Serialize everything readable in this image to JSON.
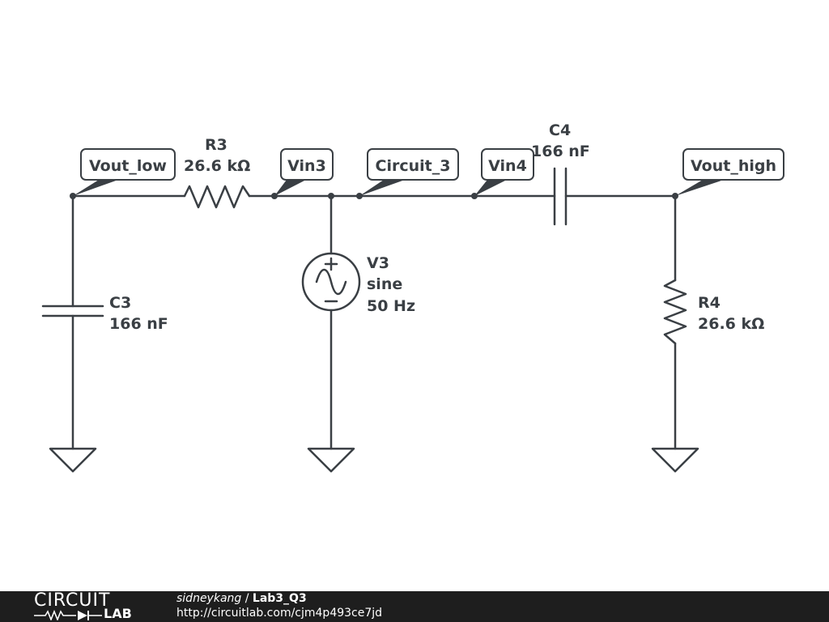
{
  "labels": {
    "vout_low": "Vout_low",
    "vin3": "Vin3",
    "circuit_3": "Circuit_3",
    "vin4": "Vin4",
    "vout_high": "Vout_high"
  },
  "components": {
    "r3": {
      "name": "R3",
      "value": "26.6 kΩ"
    },
    "c4": {
      "name": "C4",
      "value": "166 nF"
    },
    "c3": {
      "name": "C3",
      "value": "166 nF"
    },
    "v3": {
      "name": "V3",
      "type": "sine",
      "freq": "50 Hz"
    },
    "r4": {
      "name": "R4",
      "value": "26.6 kΩ"
    }
  },
  "footer": {
    "logo_top": "CIRCUIT",
    "logo_bottom": "LAB",
    "user": "sidneykang",
    "separator": " / ",
    "project": "Lab3_Q3",
    "url": "http://circuitlab.com/cjm4p493ce7jd"
  }
}
